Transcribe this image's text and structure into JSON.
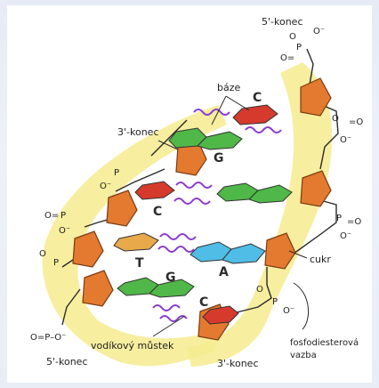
{
  "labels": {
    "five_prime_top": "5'-konec",
    "five_prime_bottom": "5'-konec",
    "three_prime_left": "3'-konec",
    "three_prime_bottom": "3'-konec",
    "baze": "báze",
    "cukr": "cukr",
    "vodikovy_mustek": "vodíkový můstek",
    "fosfodiester_1": "fosfodiesterová",
    "fosfodiester_2": "vazba"
  },
  "bases": {
    "c_top": "C",
    "g_top": "G",
    "c_mid": "C",
    "g_mid_pair": "G",
    "t": "T",
    "a": "A",
    "g_low": "G",
    "c_low": "C"
  },
  "phosphate_groups": {
    "p1": "O=P–O⁻",
    "p2": "O=P–O⁻"
  },
  "colors": {
    "backbone_highlight": "#f6eb8e",
    "sugar": "#e47a2f",
    "base_c": "#d63a2c",
    "base_g": "#4fb848",
    "base_t": "#e8a94a",
    "base_a": "#4fbde6",
    "hbond": "#8a3bd1"
  }
}
